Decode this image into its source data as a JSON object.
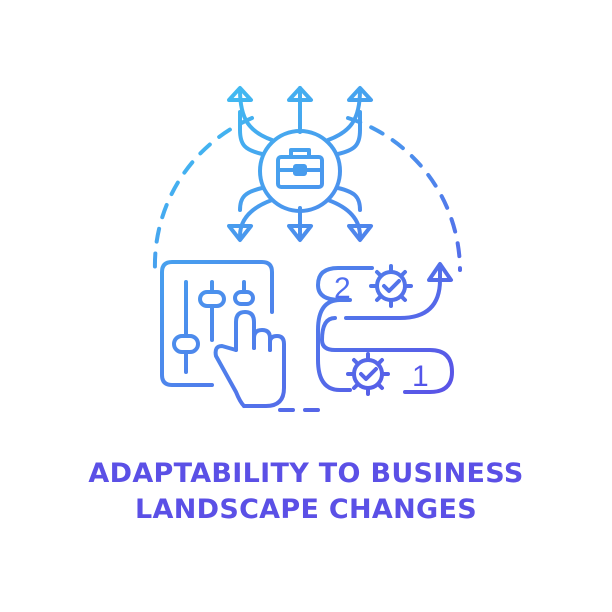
{
  "caption": {
    "line1": "ADAPTABILITY TO BUSINESS",
    "line2": "LANDSCAPE CHANGES"
  },
  "steps": {
    "upper": "2",
    "lower": "1"
  },
  "colors": {
    "gradient_start": "#3fc3f2",
    "gradient_end": "#5b4ee6",
    "caption": "#5b50e6"
  },
  "icons": [
    "briefcase-icon",
    "direction-arrows-icon",
    "mixer-sliders-icon",
    "pointing-hand-icon",
    "gear-check-icon",
    "growth-arrow-icon"
  ]
}
